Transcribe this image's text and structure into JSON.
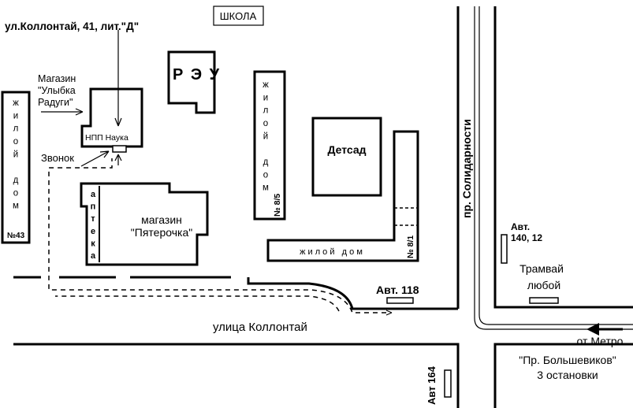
{
  "labels": {
    "school": "ШКОЛА",
    "address": "ул.Коллонтай, 41, лит.\"Д\"",
    "shop_ulybka_1": "Магазин",
    "shop_ulybka_2": "\"Улыбка",
    "shop_ulybka_3": "Радуги\"",
    "npp_nauka": "НПП Наука",
    "zvonok": "Звонок",
    "reu": "Р Э У",
    "house_left_letters": "ж\nи\nл\nо\nй\n\nд\nо\nм",
    "house_left_number": "№43",
    "house_mid_letters": "ж\nи\nл\nо\nй\n\nд\nо\nм",
    "house_mid_number": "№ 8/5",
    "detsad": "Детсад",
    "apteka_letters": "а\nп\nт\nе\nк\nа",
    "pyaterochka_1": "магазин",
    "pyaterochka_2": "\"Пятерочка\"",
    "house_bottom": "ж и л о й   д о м",
    "house_bottom_number": "№ 8/1",
    "avt118": "Авт. 118",
    "street_kollontai": "улица Коллонтай",
    "prospect_solidarnosti": "пр. Солидарности",
    "avt140_1": "Авт.",
    "avt140_2": "140, 12",
    "tram_1": "Трамвай",
    "tram_2": "любой",
    "from_metro": "от Метро",
    "metro_name": "\"Пр. Большевиков\"",
    "three_stops": "3 остановки",
    "avt164": "Авт 164"
  }
}
